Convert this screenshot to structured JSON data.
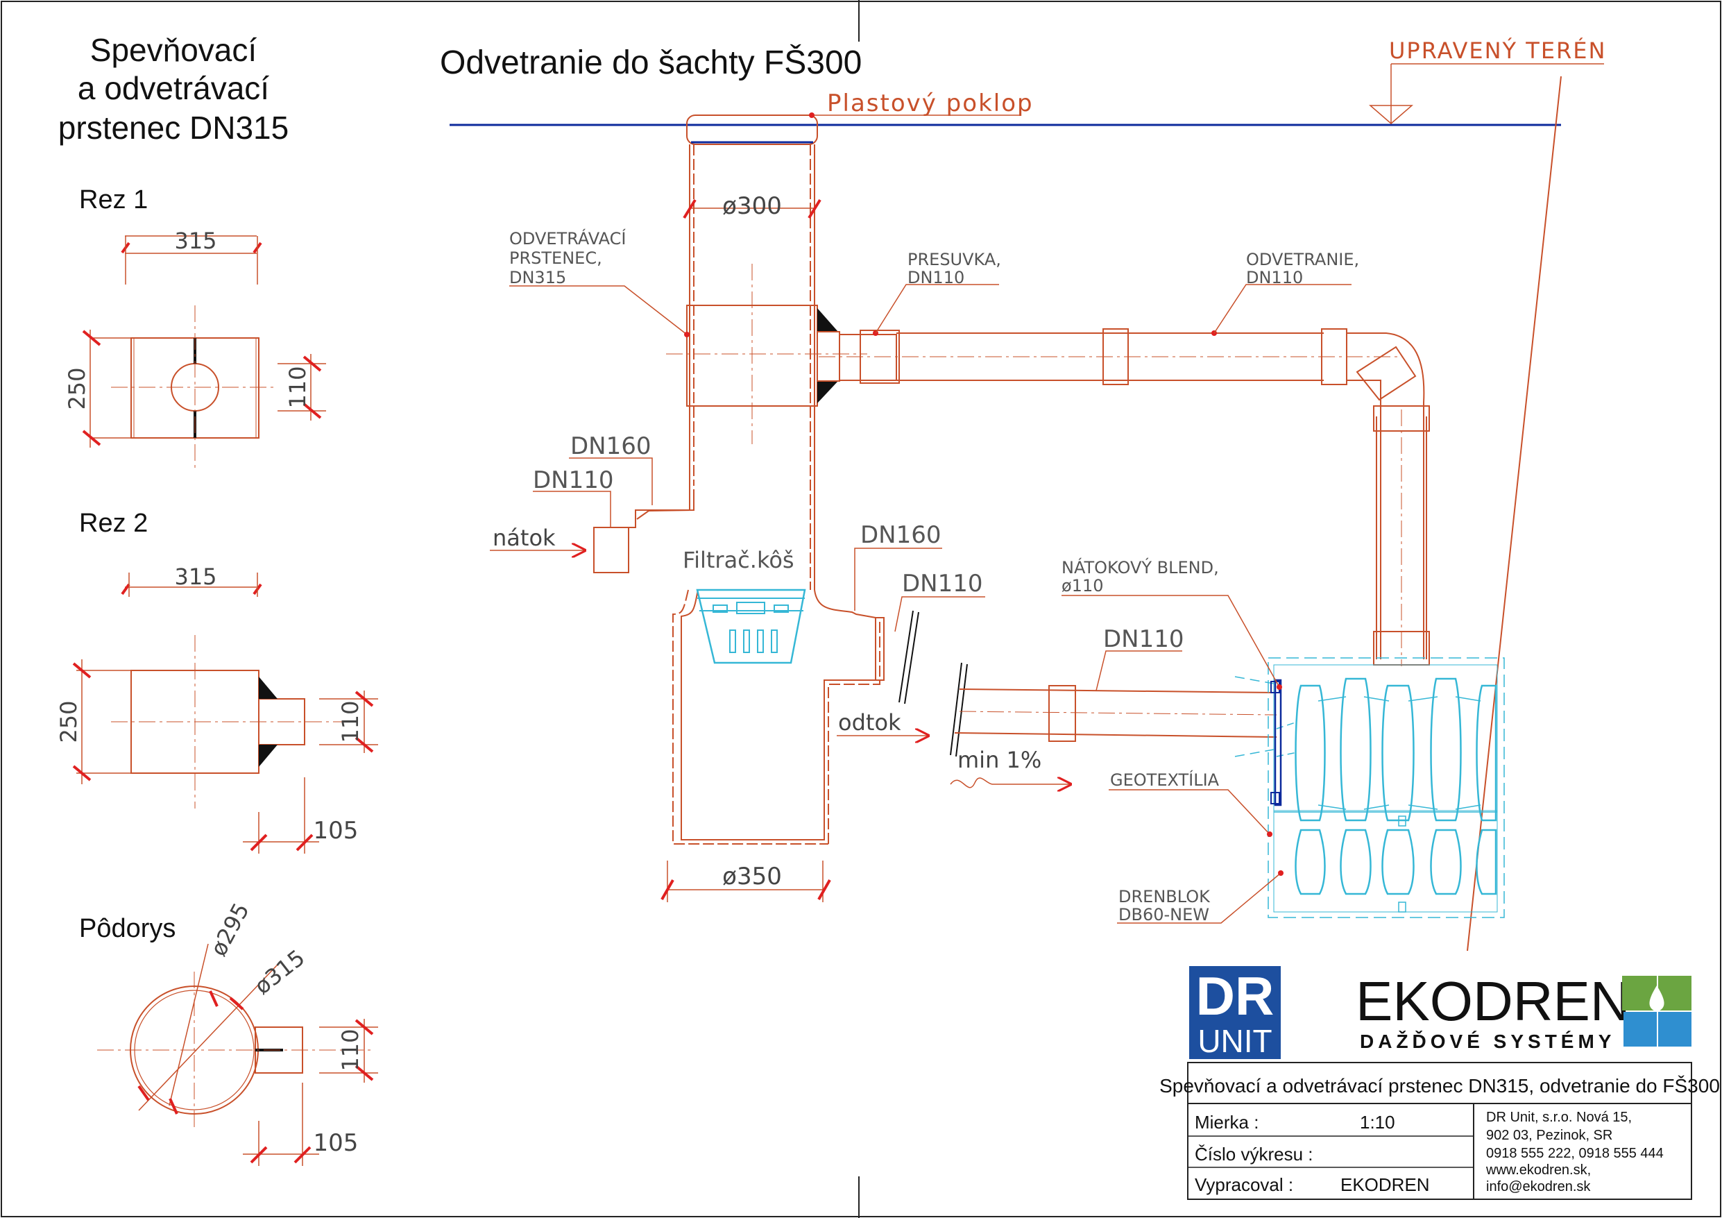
{
  "left_panel": {
    "title_lines": [
      "Spevňovací",
      "a odvetrávací",
      "prstenec DN315"
    ],
    "rez1": {
      "label": "Rez 1",
      "dim_top": "315",
      "dim_left": "250",
      "dim_right": "110"
    },
    "rez2": {
      "label": "Rez 2",
      "dim_top": "315",
      "dim_left": "250",
      "dim_right": "110",
      "dim_bottom": "105"
    },
    "podorys": {
      "label": "Pôdorys",
      "dim_d295": "ø295",
      "dim_d315": "ø315",
      "dim_right": "110",
      "dim_bottom": "105"
    }
  },
  "main": {
    "title": "Odvetranie do šachty FŠ300",
    "terrain_label": "UPRAVENÝ TERÉN",
    "cover_label": "Plastový poklop",
    "d300": "ø300",
    "d350": "ø350",
    "ring_label": [
      "ODVETRÁVACÍ",
      "PRSTENEC,",
      "DN315"
    ],
    "presuvka_label": [
      "PRESUVKA,",
      "DN110"
    ],
    "odvetranie_label": [
      "ODVETRANIE,",
      "DN110"
    ],
    "dn160_in": "DN160",
    "dn110_in": "DN110",
    "natok": "nátok",
    "filter": "Filtrač.kôš",
    "dn160_out": "DN160",
    "dn110_out": "DN110",
    "odtok": "odtok",
    "dn110_pipe": "DN110",
    "slope": "min  1%",
    "blend_label": [
      "NÁTOKOVÝ BLEND,",
      "ø110"
    ],
    "geo_label": "GEOTEXTÍLIA",
    "drenblok_label": [
      "DRENBLOK",
      "DB60-NEW"
    ]
  },
  "logos": {
    "dr_unit": [
      "DR",
      "UNIT"
    ],
    "ekodren": "EKODREN",
    "ekodren_sub": "DAŽĎOVÉ SYSTÉMY"
  },
  "title_block": {
    "title": "Spevňovací a odvetrávací prstenec DN315, odvetranie do FŠ300",
    "scale_label": "Mierka  :",
    "scale_value": "1:10",
    "drawing_no_label": "Číslo  výkresu  :",
    "author_label": "Vypracoval  :",
    "author_value": "EKODREN",
    "company": [
      "DR  Unit, s.r.o.  Nová  15,",
      "902  03,  Pezinok,  SR",
      "0918  555  222,  0918  555  444",
      "www.ekodren.sk,",
      "info@ekodren.sk"
    ]
  },
  "colors": {
    "pipe": "#c8502a",
    "dim": "#e02020",
    "line": "#1f1f1f",
    "blue": "#0d2a9c",
    "cyan": "#35b7d6",
    "drunit_blue": "#1d4f9f",
    "green": "#6ba541",
    "water": "#2f8fd0"
  }
}
